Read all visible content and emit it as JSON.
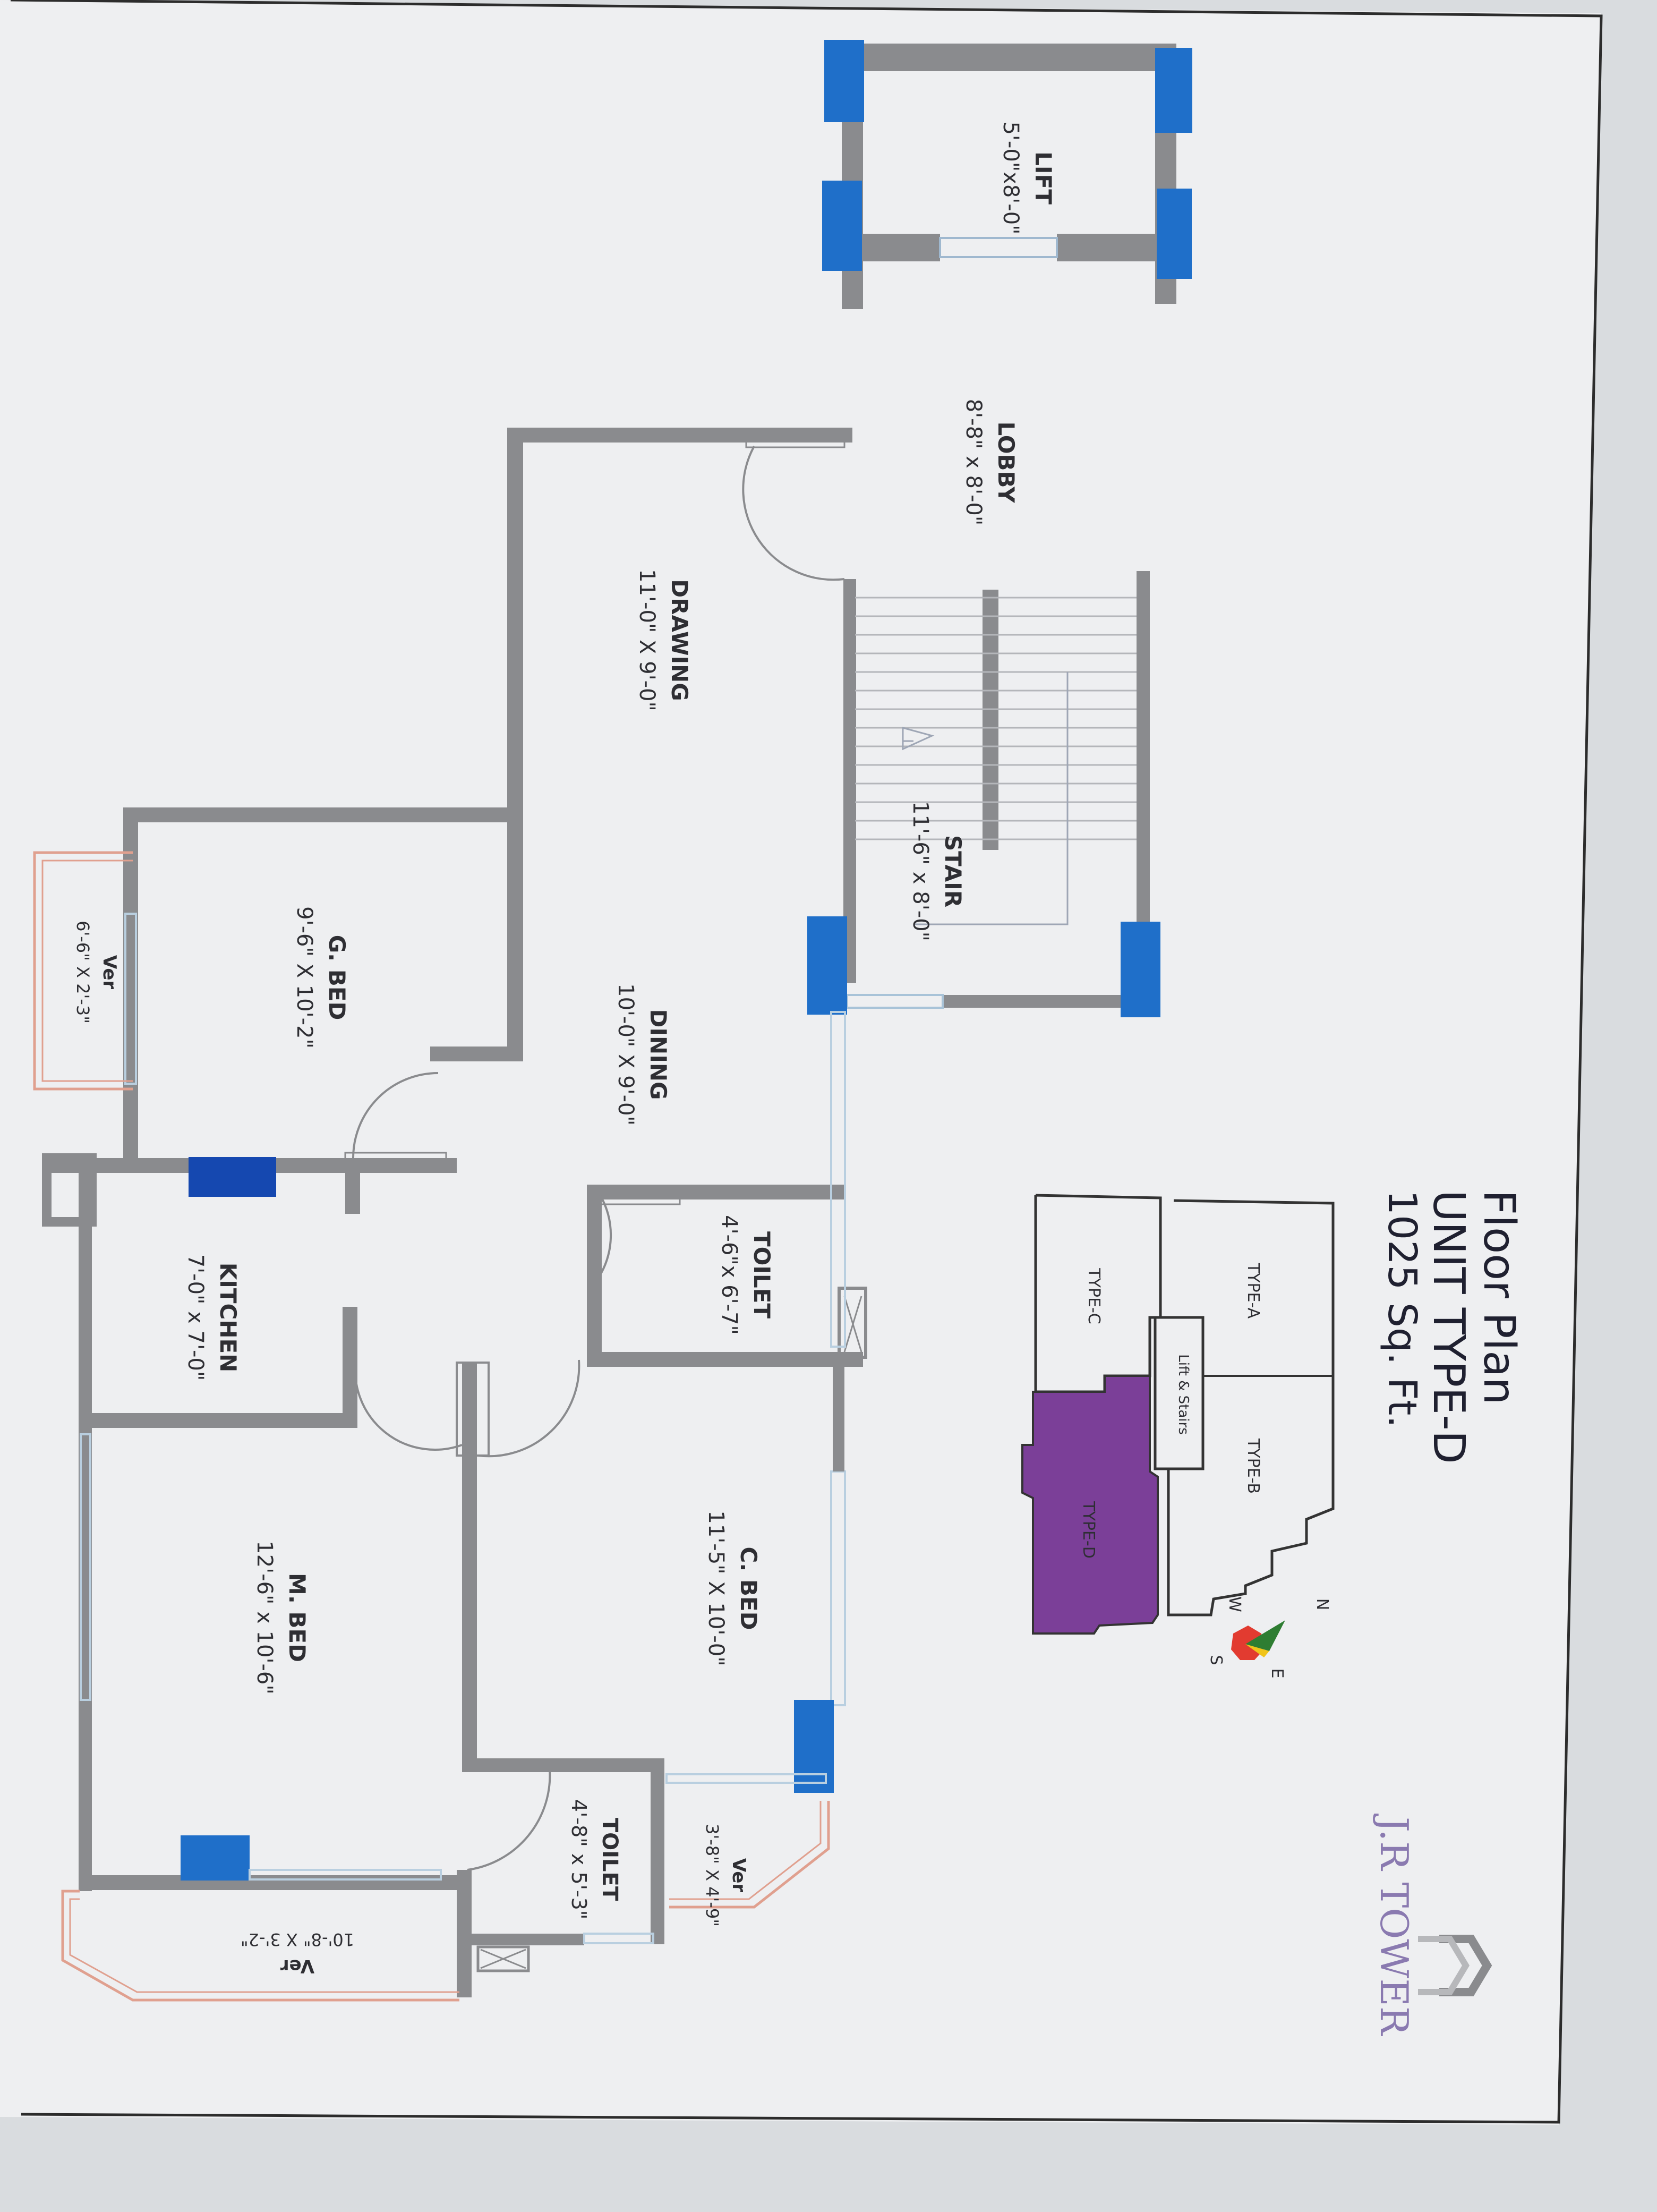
{
  "header": {
    "title": "Floor Plan",
    "unit": "UNIT TYPE-D",
    "area": "1025 Sq. Ft."
  },
  "brand": {
    "name": "J.R TOWER",
    "color": "#8a7ab0"
  },
  "colors": {
    "wall": "#8a8b8e",
    "column": "#1f6fc9",
    "balcony_rail": "#e0a08f",
    "highlight": "#7b3f98"
  },
  "rooms": {
    "lift": {
      "name": "LIFT",
      "size": "5'-0\"x8'-0\""
    },
    "lobby": {
      "name": "LOBBY",
      "size": "8'-8\" x 8'-0\""
    },
    "drawing": {
      "name": "DRAWING",
      "size": "11'-0\" X 9'-0\""
    },
    "stair": {
      "name": "STAIR",
      "size": "11'-6\" x 8'-0\""
    },
    "g_bed": {
      "name": "G. BED",
      "size": "9'-6\" X 10'-2\""
    },
    "ver_g": {
      "name": "Ver",
      "size": "6'-6\" X 2'-3\""
    },
    "dining": {
      "name": "DINING",
      "size": "10'-0\" X 9'-0\""
    },
    "toilet1": {
      "name": "TOILET",
      "size": "4'-6\"x 6'-7\""
    },
    "kitchen": {
      "name": "KITCHEN",
      "size": "7'-0\" x 7'-0\""
    },
    "c_bed": {
      "name": "C. BED",
      "size": "11'-5\" X 10'-0\""
    },
    "m_bed": {
      "name": "M. BED",
      "size": "12'-6\" x 10'-6\""
    },
    "ver_c": {
      "name": "Ver",
      "size": "3'-8\" X 4'-9\""
    },
    "toilet2": {
      "name": "TOILET",
      "size": "4'-8\" x 5'-3\""
    },
    "ver_m": {
      "name": "Ver",
      "size": "10'-8\" X 3'-2\""
    }
  },
  "key_plan": {
    "type_a": "TYPE-A",
    "type_b": "TYPE-B",
    "type_c": "TYPE-C",
    "type_d": "TYPE-D",
    "lift_stairs": "Lift & Stairs"
  },
  "compass": {
    "n": "N",
    "e": "E",
    "s": "S",
    "w": "W"
  }
}
